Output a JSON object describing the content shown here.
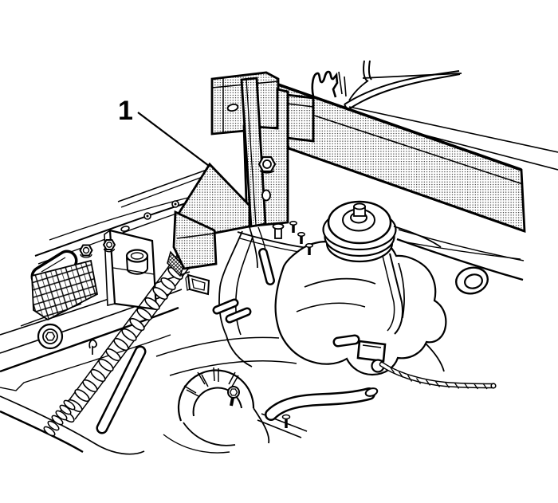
{
  "figure": {
    "type": "technical-line-art-illustration",
    "subject": "engine-support-fixture-installed-in-engine-compartment",
    "callout": {
      "label": "1"
    },
    "colors": {
      "line": "#000000",
      "background": "#ffffff",
      "tool_fill_texture": "stipple-dots"
    }
  }
}
